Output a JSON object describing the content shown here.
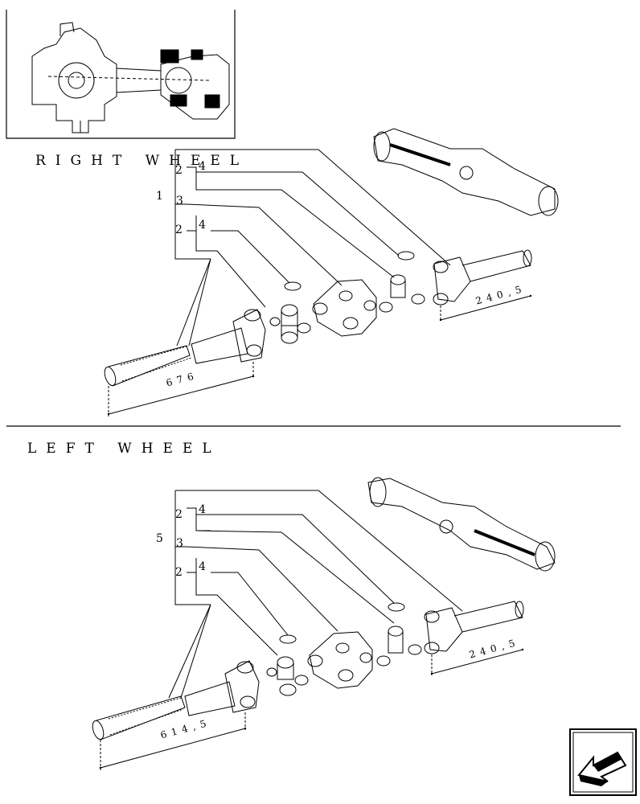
{
  "right_section": {
    "title": "RIGHT WHEEL",
    "callouts": {
      "assembly": "1",
      "half_shaft": "2",
      "coupling": "3",
      "spider": "4",
      "half_shaft_b": "2",
      "spider_b": "4"
    },
    "dims": {
      "long": "676",
      "short": "240,5"
    }
  },
  "left_section": {
    "title": "LEFT WHEEL",
    "callouts": {
      "assembly": "5",
      "half_shaft": "2",
      "coupling": "3",
      "spider": "4",
      "half_shaft_b": "2",
      "spider_b": "4"
    },
    "dims": {
      "long": "614,5",
      "short": "240,5"
    }
  },
  "nav": {
    "icon": "next-page-arrow-icon"
  },
  "colors": {
    "ink": "#000000",
    "paper": "#ffffff"
  }
}
